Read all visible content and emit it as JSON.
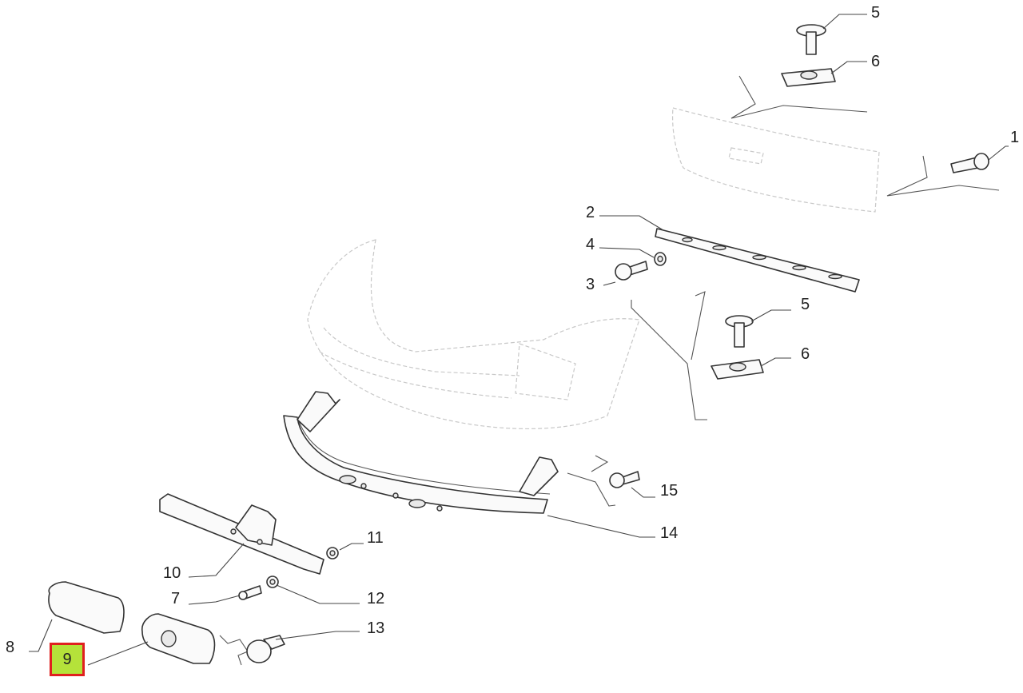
{
  "diagram": {
    "callouts": [
      "1",
      "2",
      "3",
      "4",
      "5",
      "5",
      "6",
      "6",
      "7",
      "8",
      "9",
      "10",
      "11",
      "12",
      "13",
      "14",
      "15"
    ],
    "selected_callout": "9",
    "colors": {
      "highlight_fill": "#b5e23a",
      "highlight_border": "#e0201f",
      "line": "#333333",
      "ghost_line": "#c8c8c8"
    }
  }
}
